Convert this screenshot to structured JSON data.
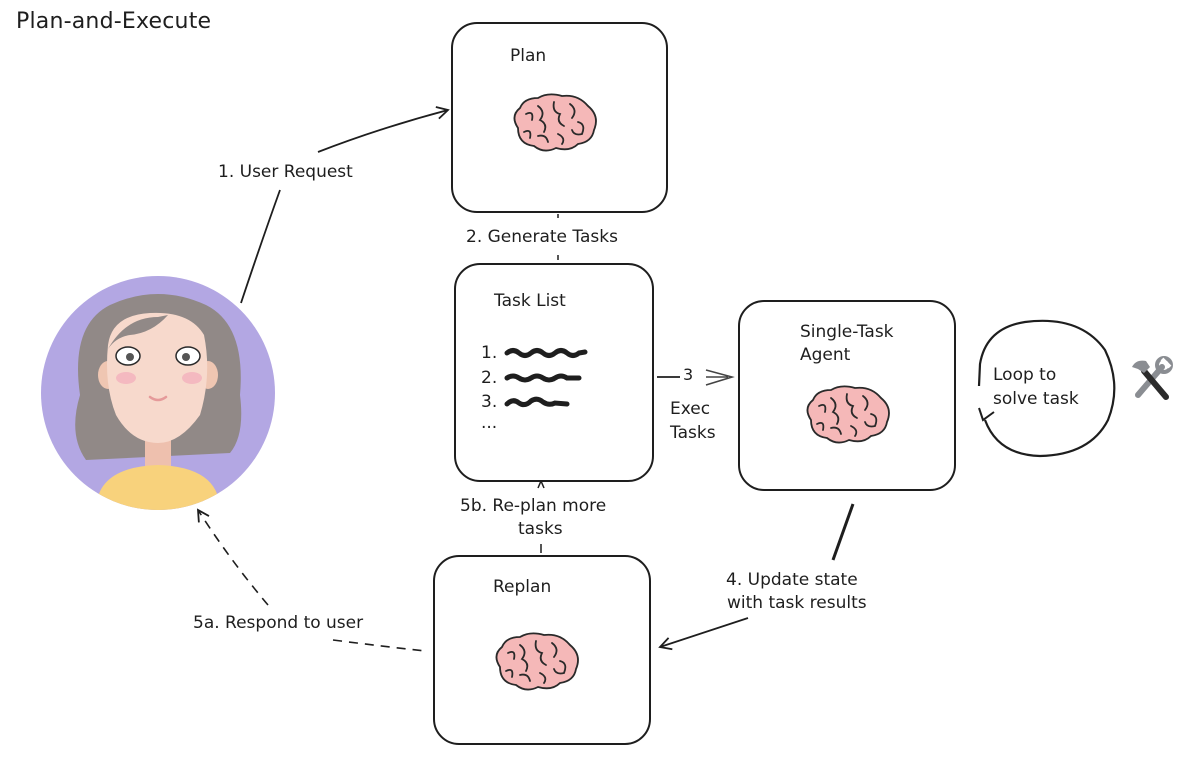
{
  "title": "Plan-and-Execute",
  "nodes": {
    "plan": {
      "label": "Plan",
      "icon": "brain-icon"
    },
    "task_list": {
      "label": "Task List",
      "items": [
        "1.",
        "2.",
        "3."
      ],
      "ellipsis": "..."
    },
    "agent": {
      "label_line1": "Single-Task",
      "label_line2": "Agent",
      "icon": "brain-icon"
    },
    "replan": {
      "label": "Replan",
      "icon": "brain-icon"
    },
    "user": {
      "icon": "user-avatar"
    },
    "loop": {
      "label_line1": "Loop to",
      "label_line2": "solve task"
    },
    "tools": {
      "icon": "hammer-and-wrench-icon",
      "glyph": "🛠"
    }
  },
  "edges": {
    "user_request": "1. User Request",
    "generate_tasks": "2. Generate Tasks",
    "exec_num": "3",
    "exec_line1": "Exec",
    "exec_line2": "Tasks",
    "update_line1": "4. Update state",
    "update_line2": "with task results",
    "respond": "5a. Respond to user",
    "replan_line1": "5b. Re-plan more",
    "replan_line2": "tasks"
  },
  "colors": {
    "stroke": "#1e1e1e",
    "brain_fill": "#f5b8b8",
    "avatar_bg": "#b3a7e3",
    "hair": "#918987",
    "skin": "#f7d9cc",
    "shirt": "#f8d27c"
  }
}
